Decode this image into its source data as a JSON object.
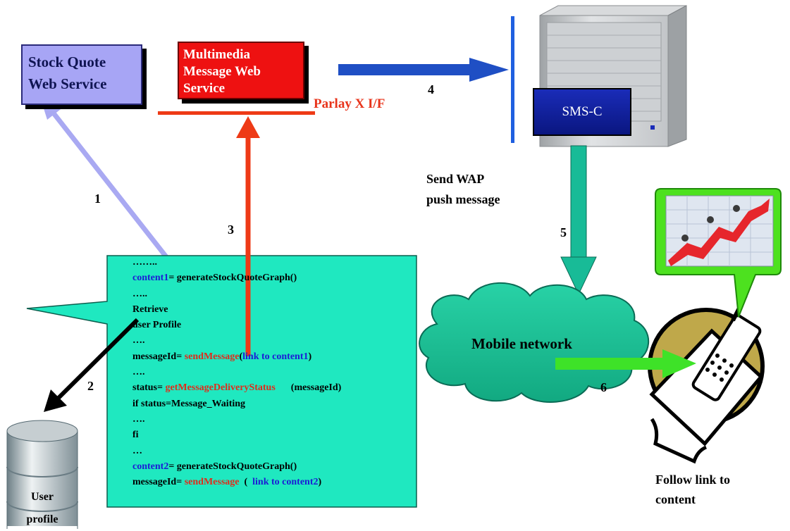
{
  "services": {
    "stock_quote": [
      "Stock Quote",
      "Web Service"
    ],
    "multimedia": [
      "Multimedia",
      "Message Web",
      "Service"
    ],
    "parlay_label": "Parlay X I/F",
    "smsc_label": "SMS-C"
  },
  "steps": {
    "s1": "1",
    "s2": "2",
    "s3": "3",
    "s4": "4",
    "s5": "5",
    "s6": "6"
  },
  "notes": {
    "send_wap": [
      "Send WAP",
      "push message"
    ],
    "mobile_network": "Mobile network",
    "follow_link": [
      "Follow link to",
      "content"
    ],
    "user_profile": [
      "User",
      "profile"
    ]
  },
  "code": {
    "l1": "……..",
    "l2_var": "content1",
    "l2_rest": "=  generateStockQuoteGraph()",
    "l3": "…..",
    "l4": "Retrieve",
    "l5": "user Profile",
    "l6": "….",
    "l7_pre": "messageId= ",
    "l7_func": "sendMessage",
    "l7_open": "(",
    "l7_arg": "link to content1",
    "l7_close": ")",
    "l8": "….",
    "l9_pre": "status= ",
    "l9_func": "getMessageDeliveryStatus",
    "l9_arg": "(messageId)",
    "l10": "if status=Message_Waiting",
    "l11": "….",
    "l12": "fi",
    "l13": "…",
    "l14_var": "content2",
    "l14_rest": "=  generateStockQuoteGraph()",
    "l15_pre": "messageId= ",
    "l15_func": "sendMessage",
    "l15_open": "  (  ",
    "l15_arg": "link to content2",
    "l15_close": ")"
  },
  "colors": {
    "callout": "#1fe8c0",
    "step1_arrow": "#a9a9f2",
    "step3_arrow": "#ee3a16",
    "step4_arrow": "#1f4fc4",
    "step5_arrow": "#18bb97",
    "step6_arrow": "#3ee228",
    "cloud": "#1ec79a"
  }
}
